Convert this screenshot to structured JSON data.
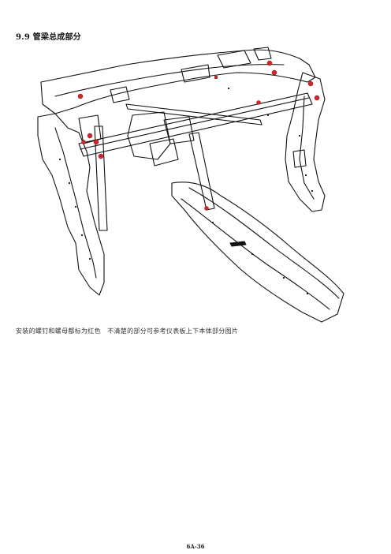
{
  "document": {
    "section_heading": "9.9 管梁总成部分",
    "caption": "安装的螺钉和螺母都标为红色　不清楚的部分可参考仪表板上下本体部分图片",
    "page_number": "6A-36"
  },
  "figure": {
    "marker_color": "#d9232a",
    "line_color": "#111111"
  }
}
